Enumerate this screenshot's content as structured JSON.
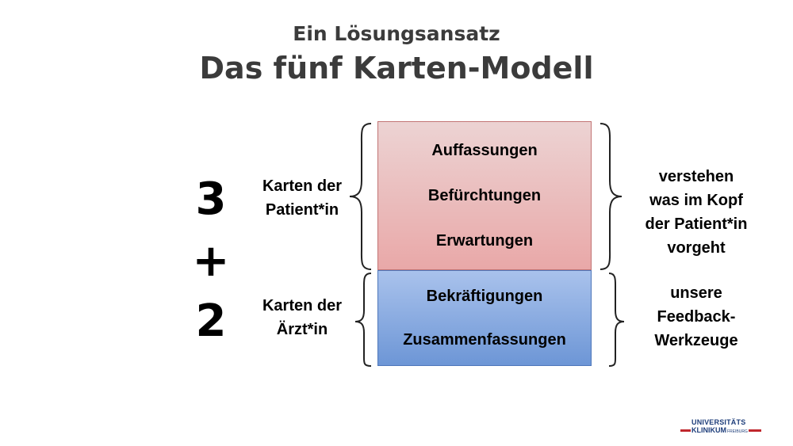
{
  "slide": {
    "subtitle": "Ein Lösungsansatz",
    "title": "Das fünf Karten-Modell"
  },
  "left": {
    "patient_count": "3",
    "plus": "+",
    "doctor_count": "2",
    "patient_label_line1": "Karten der",
    "patient_label_line2": "Patient*in",
    "doctor_label_line1": "Karten der",
    "doctor_label_line2": "Ärzt*in"
  },
  "cards": {
    "patient": [
      "Auffassungen",
      "Befürchtungen",
      "Erwartungen"
    ],
    "doctor": [
      "Bekräftigungen",
      "Zusammenfassungen"
    ]
  },
  "right": {
    "patient_text": [
      "verstehen",
      "was im Kopf",
      "der Patient*in",
      "vorgeht"
    ],
    "doctor_text": [
      "unsere",
      "Feedback-",
      "Werkzeuge"
    ]
  },
  "logo": {
    "line1": "UNIVERSITÄTS",
    "line2": "KLINIKUM",
    "sub": "FREIBURG"
  },
  "colors": {
    "patient_box": "#e9a8a8",
    "doctor_box": "#6d96d6",
    "title": "#3b3b3b",
    "logo_blue": "#1d3d7a",
    "logo_red": "#c0272d"
  }
}
